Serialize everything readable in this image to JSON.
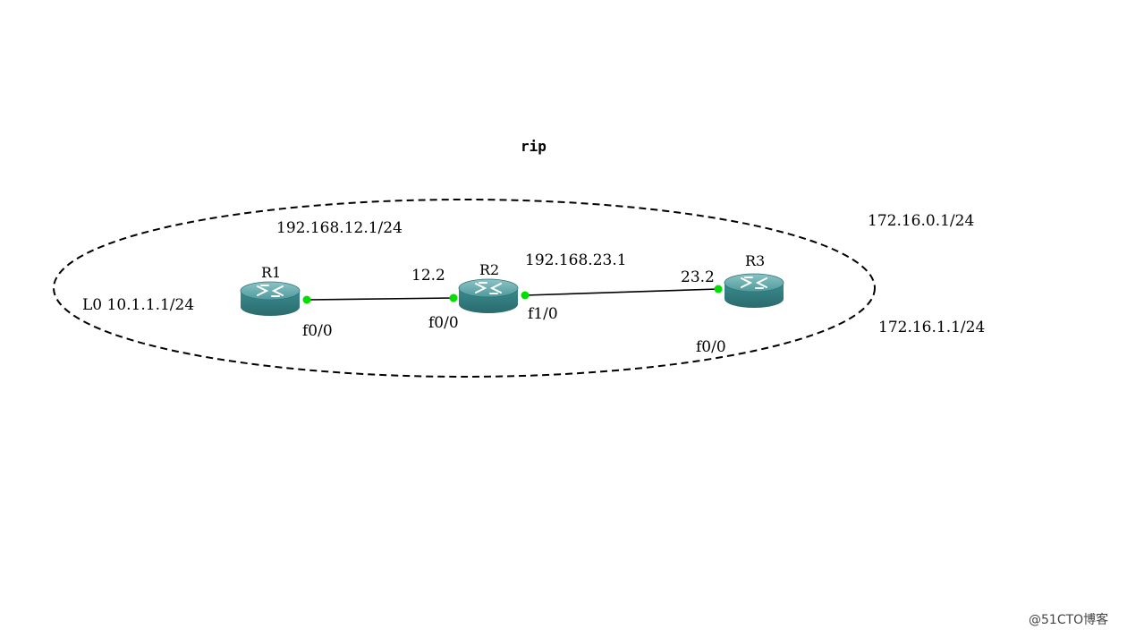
{
  "diagram": {
    "title": "rip",
    "routers": [
      {
        "name": "R1",
        "icon": "router-icon"
      },
      {
        "name": "R2",
        "icon": "router-icon"
      },
      {
        "name": "R3",
        "icon": "router-icon"
      }
    ],
    "labels": {
      "r1_loopback": "L0  10.1.1.1/24",
      "r1_ip": "192.168.12.1/24",
      "r1_if": "f0/0",
      "r2_ip_left": "12.2",
      "r2_if_left": "f0/0",
      "r2_ip_right": "192.168.23.1",
      "r2_if_right": "f1/0",
      "r3_ip": "23.2",
      "r3_if": "f0/0",
      "r3_net1": "172.16.0.1/24",
      "r3_net2": "172.16.1.1/24"
    },
    "colors": {
      "router_body": "#3a8a8c",
      "router_top": "#6fb0b3",
      "port_dot": "#00e000",
      "link": "#000000",
      "area_outline": "#000000"
    }
  },
  "watermark": "@51CTO博客"
}
